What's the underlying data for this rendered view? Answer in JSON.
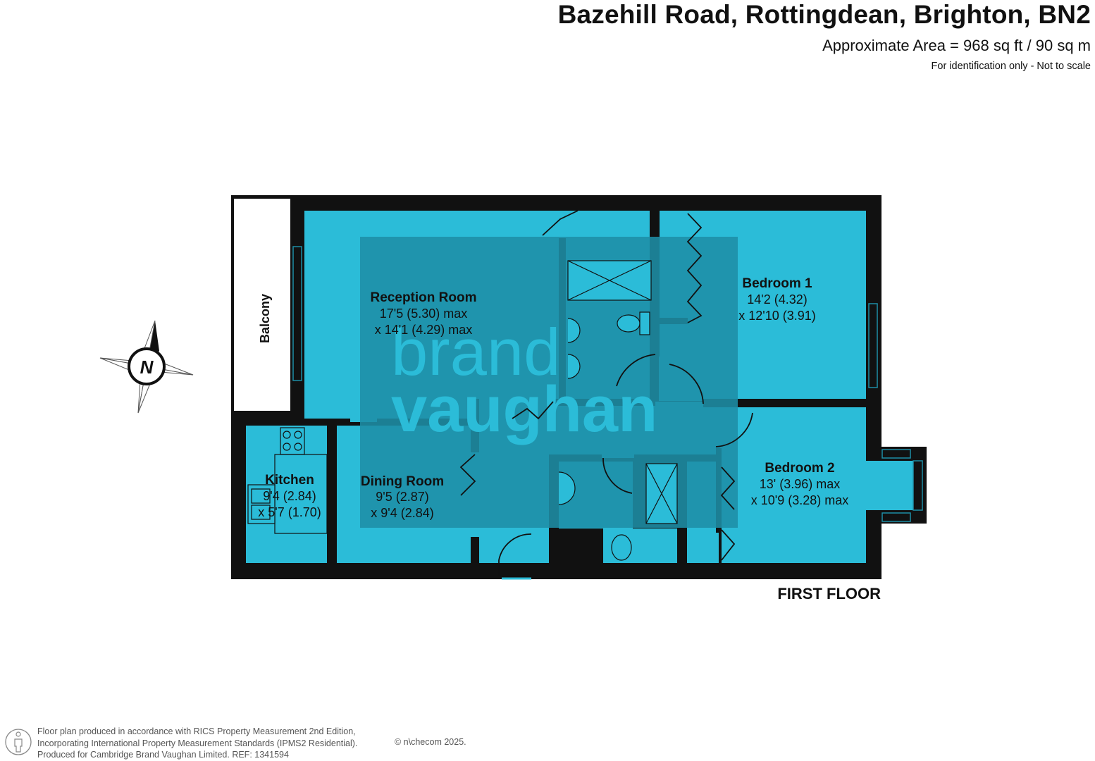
{
  "header": {
    "title": "Bazehill Road, Rottingdean, Brighton, BN2",
    "area": "Approximate Area = 968 sq ft / 90 sq m",
    "note": "For identification only - Not to scale"
  },
  "compass": {
    "label": "N"
  },
  "watermark": {
    "line1": "brand",
    "line2": "vaughan"
  },
  "rooms": {
    "balcony": {
      "name": "Balcony"
    },
    "reception": {
      "name": "Reception Room",
      "dim1": "17'5 (5.30) max",
      "dim2": "x 14'1 (4.29) max"
    },
    "bedroom1": {
      "name": "Bedroom 1",
      "dim1": "14'2 (4.32)",
      "dim2": "x 12'10 (3.91)"
    },
    "bedroom2": {
      "name": "Bedroom 2",
      "dim1": "13' (3.96) max",
      "dim2": "x 10'9 (3.28) max"
    },
    "kitchen": {
      "name": "Kitchen",
      "dim1": "9'4 (2.84)",
      "dim2": "x 5'7 (1.70)"
    },
    "dining": {
      "name": "Dining Room",
      "dim1": "9'5 (2.87)",
      "dim2": "x 9'4 (2.84)"
    }
  },
  "floor_label": "FIRST FLOOR",
  "footer": {
    "line1": "Floor plan produced in accordance with RICS Property Measurement 2nd Edition,",
    "line2": "Incorporating International Property Measurement Standards (IPMS2 Residential).",
    "line3": "Produced for Cambridge Brand Vaughan Limited.   REF:  1341594",
    "copyright": "© n\\checom 2025."
  },
  "colors": {
    "room_fill": "#2bbcd8",
    "wall": "#111111",
    "watermark_box": "#1e8ea6",
    "watermark_text": "#2bbcd8"
  }
}
